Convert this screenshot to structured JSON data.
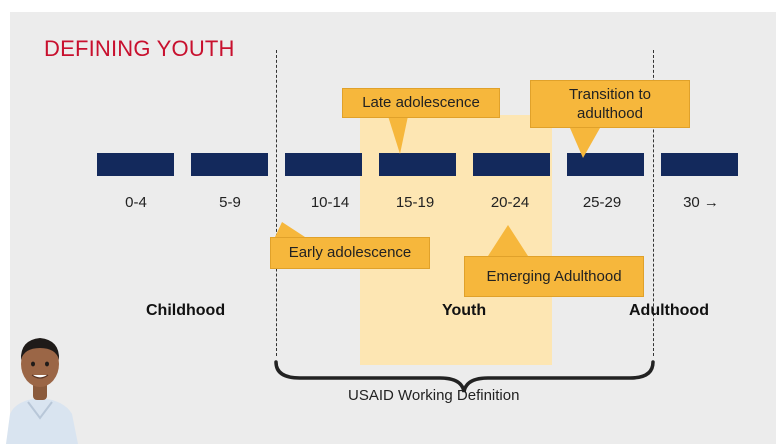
{
  "title": "DEFINING YOUTH",
  "age_groups": [
    "0-4",
    "5-9",
    "10-14",
    "15-19",
    "20-24",
    "25-29",
    "30 →"
  ],
  "callouts": {
    "late_adolescence": "Late adolescence",
    "transition_line1": "Transition to",
    "transition_line2": "adulthood",
    "early_adolescence": "Early adolescence",
    "emerging_adulthood": "Emerging Adulthood"
  },
  "stages": {
    "childhood": "Childhood",
    "youth": "Youth",
    "adulthood": "Adulthood"
  },
  "footer": "USAID Working Definition",
  "colors": {
    "title": "#c8102e",
    "bar": "#13295c",
    "callout": "#f6b73c",
    "youth_band": "#fde6b3",
    "background": "#ececec"
  }
}
